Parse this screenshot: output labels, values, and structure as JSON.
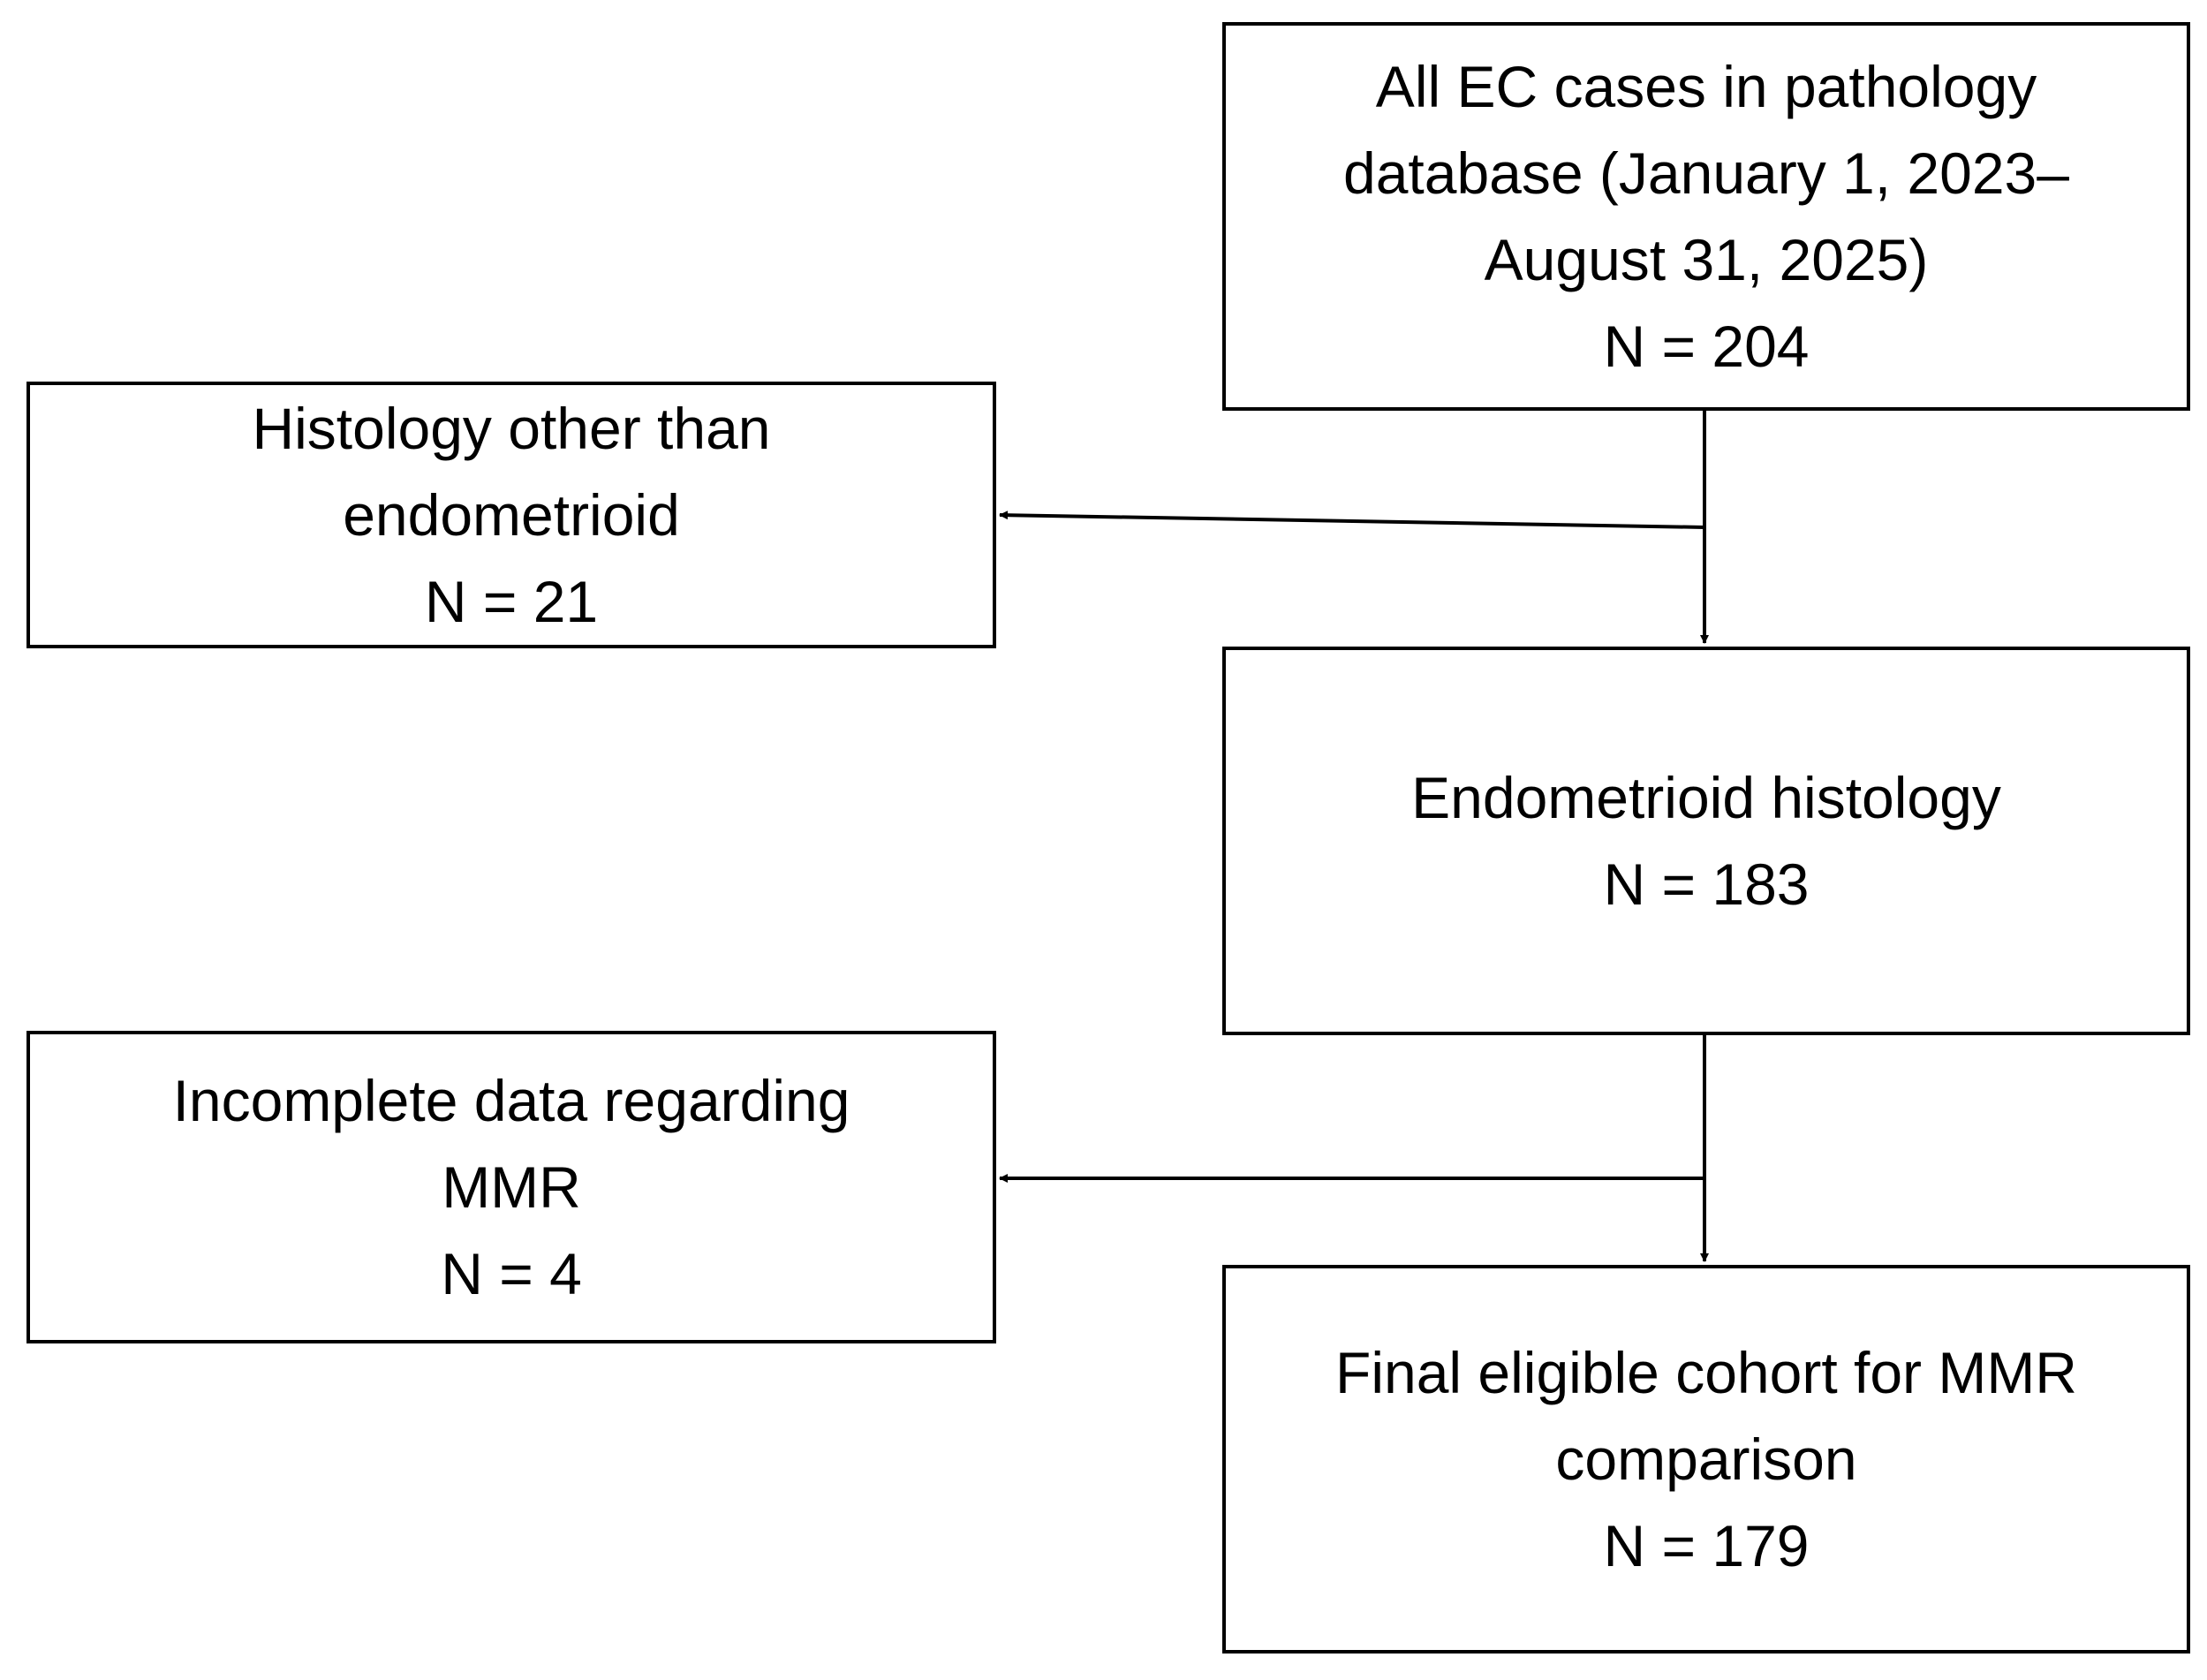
{
  "boxes": {
    "all_cases": {
      "lines": [
        "All EC cases in pathology",
        "database (January 1, 2023–",
        "August 31, 2025)",
        "N = 204"
      ]
    },
    "excluded_histology": {
      "lines": [
        "Histology other than",
        "endometrioid",
        "N = 21"
      ]
    },
    "endometrioid": {
      "lines": [
        "Endometrioid histology",
        "N = 183"
      ]
    },
    "excluded_mmr": {
      "lines": [
        "Incomplete data regarding",
        "MMR",
        "N = 4"
      ]
    },
    "final_cohort": {
      "lines": [
        "Final eligible cohort for MMR",
        "comparison",
        "N = 179"
      ]
    }
  },
  "colors": {
    "stroke": "#000000",
    "background": "#ffffff"
  }
}
